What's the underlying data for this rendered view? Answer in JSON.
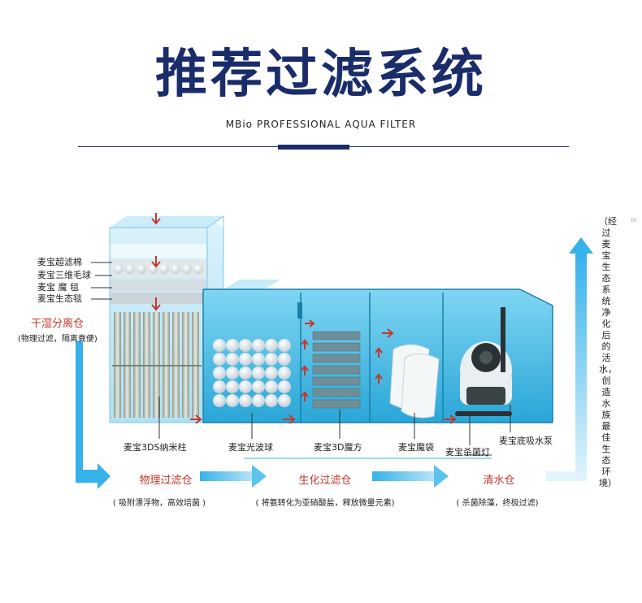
{
  "header": {
    "title": "推荐过滤系统",
    "subtitle": "MBio PROFESSIONAL AQUA FILTER"
  },
  "media_labels": {
    "ultra_filter_cotton": "麦宝超滤棉",
    "three_d_wool_ball": "麦宝三维毛球",
    "magic_felt": "麦宝 魔 毯",
    "eco_felt": "麦宝生态毯"
  },
  "dry_wet": {
    "title": "干湿分离仓",
    "desc": "(物理过滤，隔离粪便)"
  },
  "components": {
    "nano_rods": "麦宝3DS纳米柱",
    "light_wave_ball": "麦宝光波球",
    "magic_cube_3d": "麦宝3D魔方",
    "magic_bag": "麦宝魔袋",
    "uv_lamp": "麦宝杀菌灯",
    "bottom_pump": "麦宝底吸水泵"
  },
  "stages": [
    {
      "title": "物理过滤仓",
      "desc": "( 吸附漂浮物，高效培菌 )"
    },
    {
      "title": "生化过滤仓",
      "desc": "( 将氨转化为亚硝酸盐，释放微量元素)"
    },
    {
      "title": "清水仓",
      "desc": "( 杀菌除藻，终极过滤)"
    }
  ],
  "side_note": "（经过麦宝生态系统净化后的活水，创造水族最佳生态环境）",
  "corner_mark": "io",
  "colors": {
    "title": "#1b2c6b",
    "stage_title": "#c0392b",
    "flow_arrow": "#35b2ea",
    "water_arrow": "#c0392b",
    "tank_water": "#4fc3e6"
  }
}
